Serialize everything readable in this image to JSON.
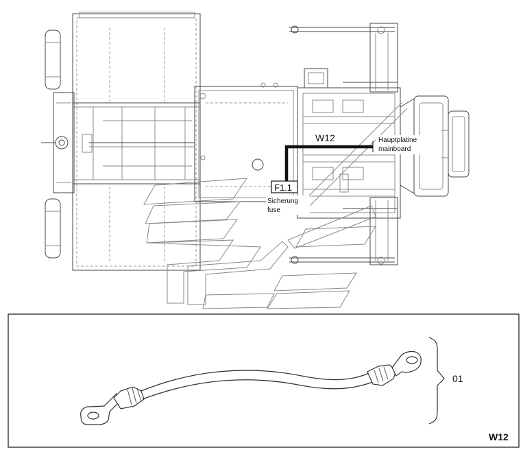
{
  "labels": {
    "cable_id": "W12",
    "mainboard_de": "Hauptplatine",
    "mainboard_en": "mainboard",
    "fuse_id": "F1.1",
    "fuse_de": "Sicherung",
    "fuse_en": "fuse"
  },
  "part_panel": {
    "item_number": "01",
    "panel_title": "W12"
  }
}
